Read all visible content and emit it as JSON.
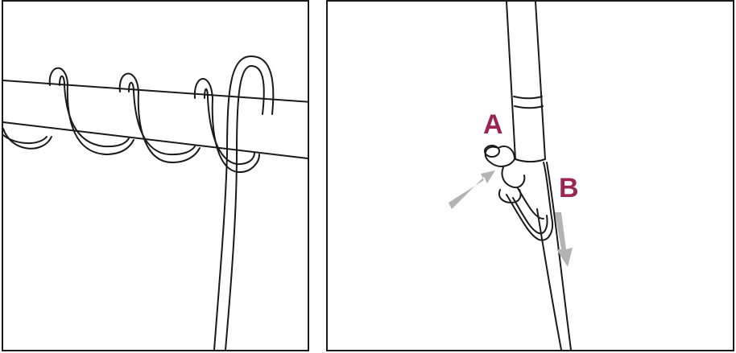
{
  "panels": {
    "right": {
      "callouts": {
        "a": "A",
        "b": "B"
      }
    }
  },
  "colors": {
    "line": "#1a1a1a",
    "callout_label": "#9b2654",
    "arrow": "#b3b3b3"
  },
  "icons": {
    "left_panel": "rope-coiled-on-rod-illustration",
    "right_panel": "rope-hitched-to-pole-illustration",
    "arrow_a": "arrow-pointing-up-right-icon",
    "arrow_b": "arrow-pointing-down-icon"
  }
}
